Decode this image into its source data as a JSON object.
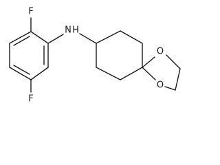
{
  "molecule": {
    "atoms": {
      "fluorine_top": "F",
      "nitrogen_amine": "N",
      "hydrogen_amine": "H",
      "fluorine_bottom": "F",
      "oxygen_upper": "O",
      "oxygen_lower": "O"
    }
  }
}
